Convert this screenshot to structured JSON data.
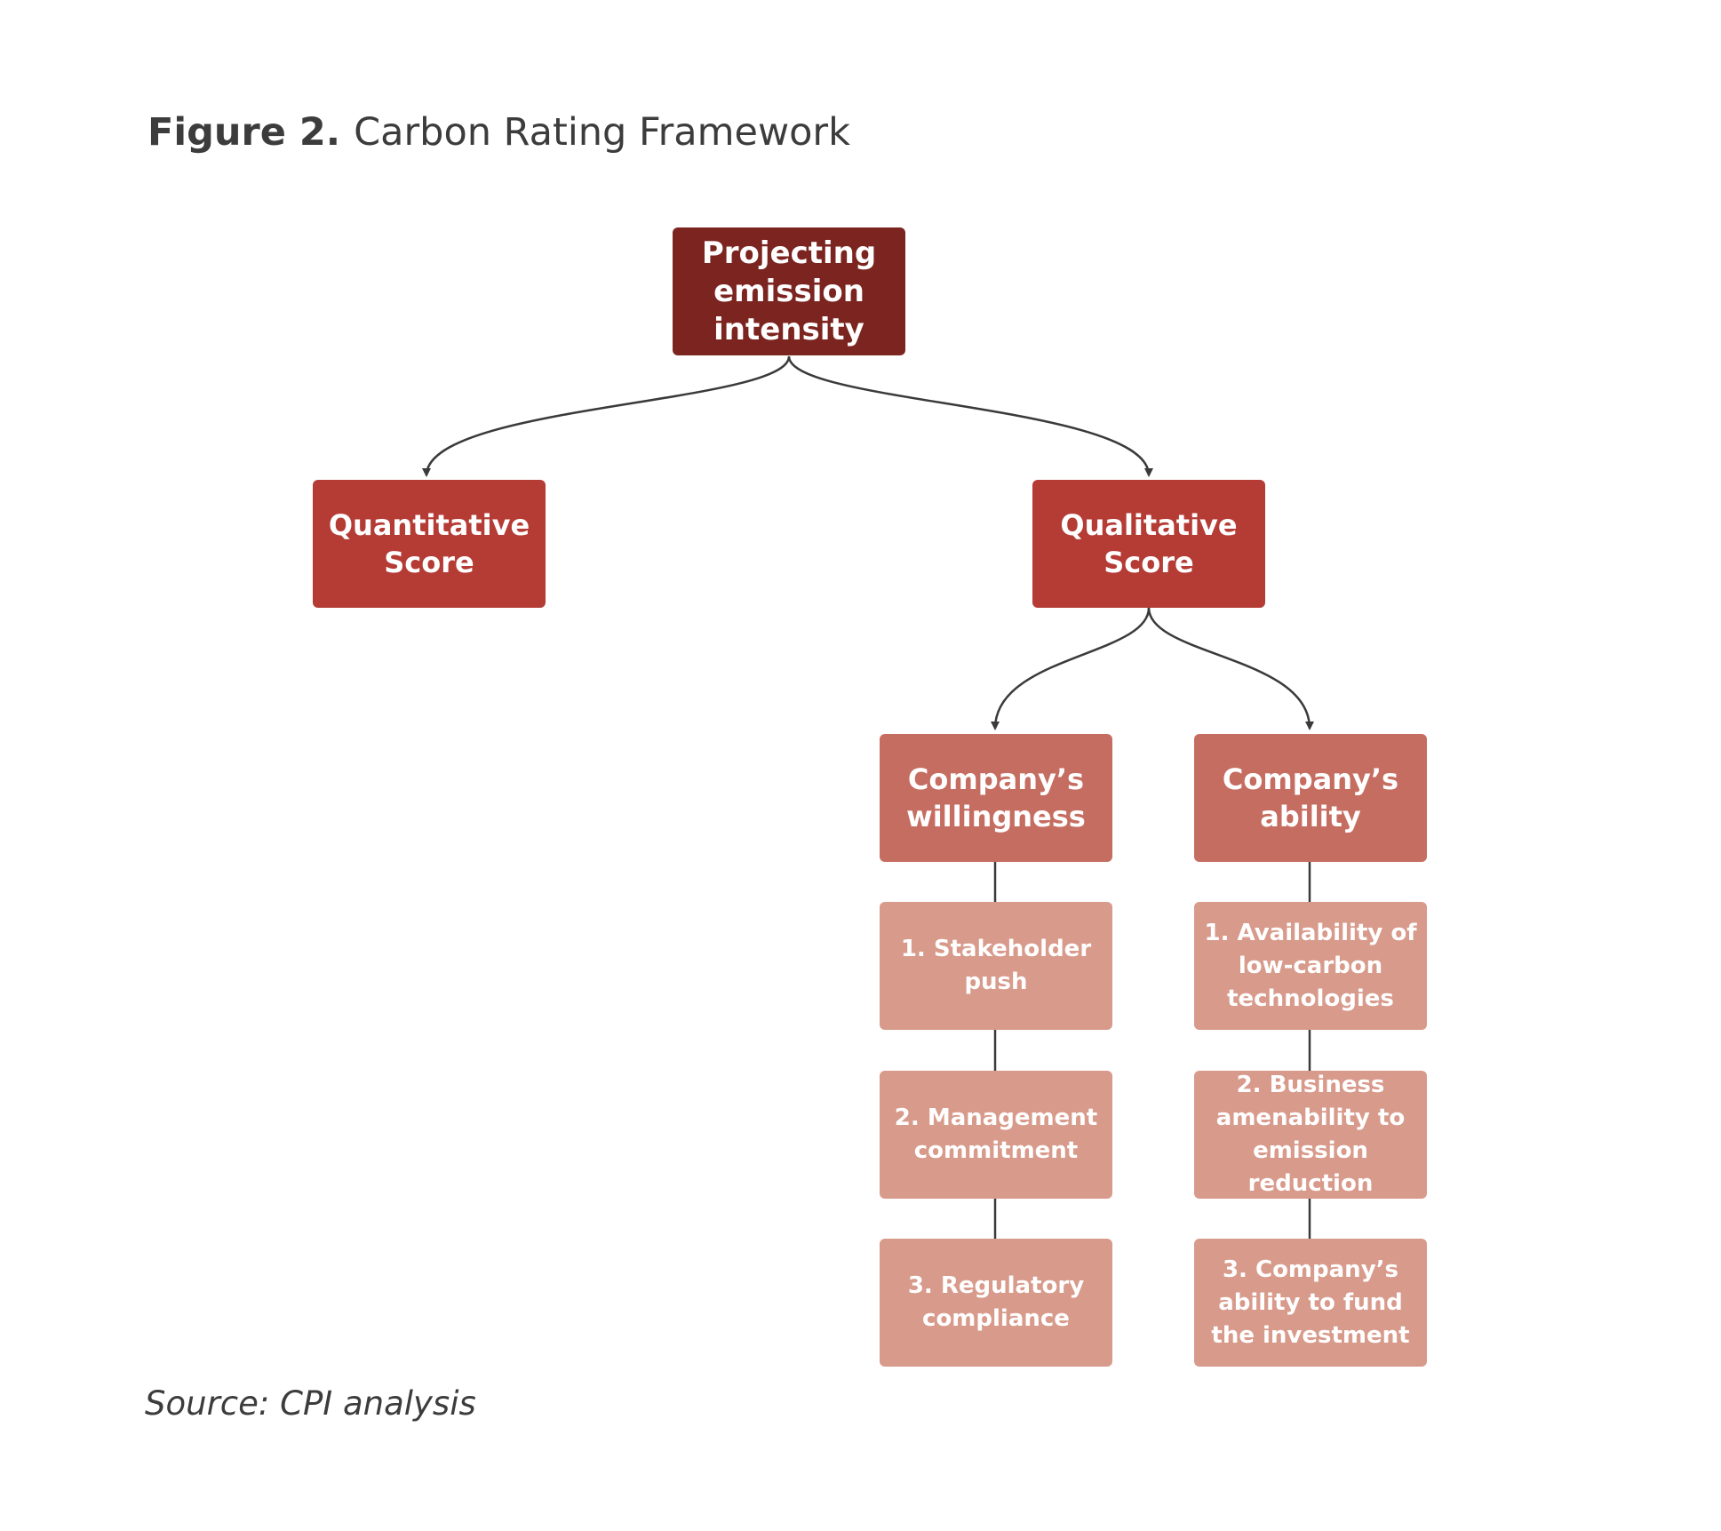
{
  "figure": {
    "number": "Figure 2.",
    "title": "Carbon Rating Framework"
  },
  "nodes": {
    "root": "Projecting\nemission\nintensity",
    "quantitative": "Quantitative\nScore",
    "qualitative": "Qualitative\nScore",
    "willingness": "Company’s\nwillingness",
    "ability": "Company’s\nability",
    "willingness_items": [
      "1. Stakeholder\npush",
      "2. Management\ncommitment",
      "3. Regulatory\ncompliance"
    ],
    "ability_items": [
      "1. Availability of\nlow-carbon\ntechnologies",
      "2. Business\namenability to\nemission reduction",
      "3. Company’s\nability to fund\nthe investment"
    ]
  },
  "colors": {
    "root": "#7b2420",
    "main": "#b53b35",
    "sub": "#c66d61",
    "item": "#d89a8b",
    "connector": "#3a3a3a",
    "text": "#3c3c3c"
  },
  "source": "Source: CPI analysis"
}
